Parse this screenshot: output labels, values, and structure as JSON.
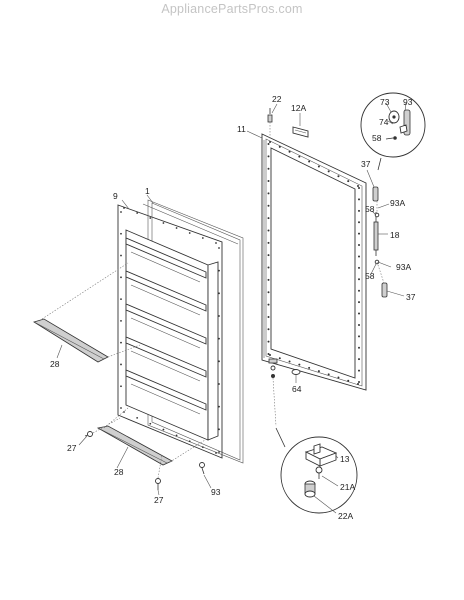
{
  "watermark": "AppliancePartsPros.com",
  "callouts": {
    "c1": "1",
    "c9": "9",
    "c11": "11",
    "c12a": "12A",
    "c22": "22",
    "c73": "73",
    "c93_top": "93",
    "c74": "74",
    "c58_detail": "58",
    "c37_top": "37",
    "c93a_top": "93A",
    "c58_mid": "58",
    "c18": "18",
    "c58_low": "58",
    "c93a_low": "93A",
    "c37_low": "37",
    "c28_left": "28",
    "c64": "64",
    "c27_left": "27",
    "c28_bottom": "28",
    "c27_bottom": "27",
    "c93_bottom": "93",
    "c13": "13",
    "c21a": "21A",
    "c22a": "22A"
  }
}
